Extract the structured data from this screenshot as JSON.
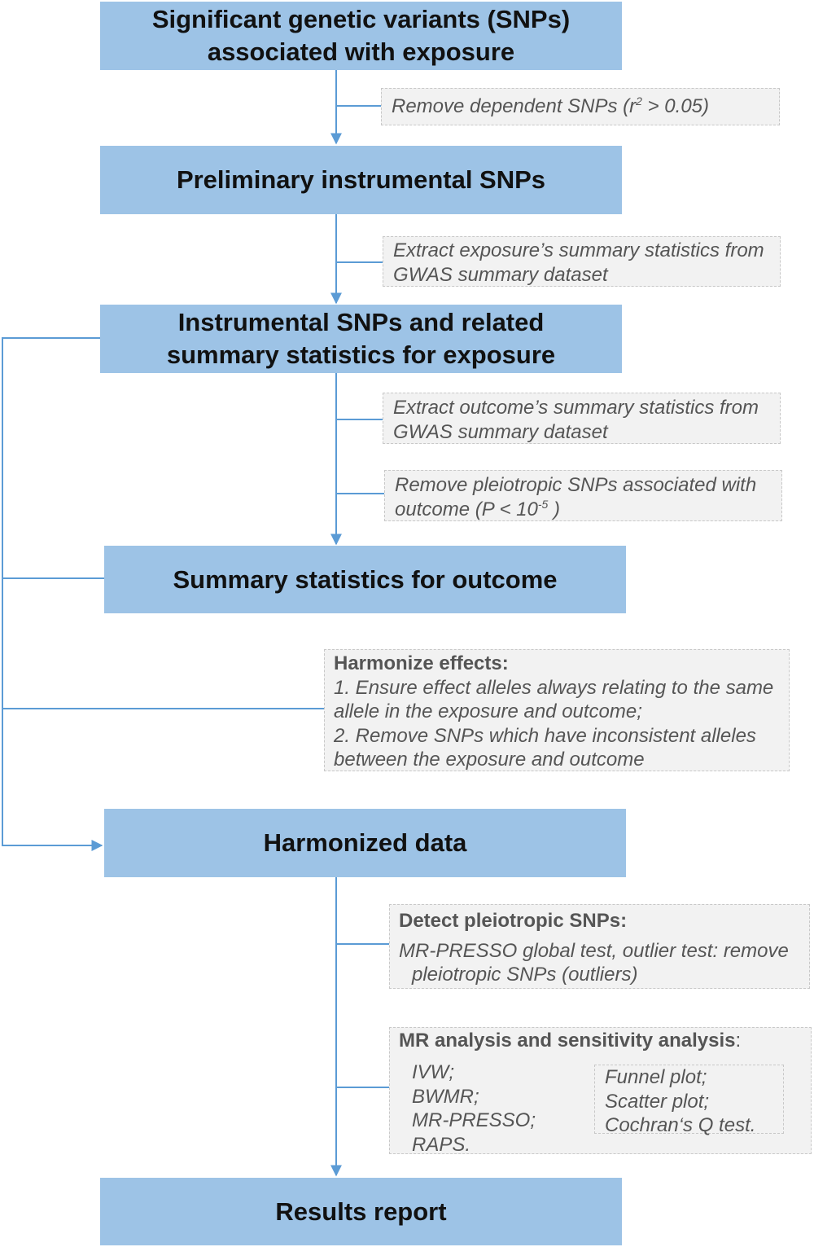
{
  "boxes": {
    "significant": "Significant genetic variants (SNPs)\nassociated with exposure",
    "preliminary": "Preliminary instrumental SNPs",
    "instrumental": "Instrumental SNPs and related\nsummary statistics for exposure",
    "outcome": "Summary statistics for outcome",
    "harmonized": "Harmonized data",
    "results": "Results report"
  },
  "notes": {
    "remove_dependent": {
      "before": "Remove dependent SNPs (r",
      "sup": "2",
      "after": " > 0.05)"
    },
    "extract_exposure": [
      "Extract exposure’s summary statistics from",
      "GWAS summary dataset"
    ],
    "extract_outcome": [
      "Extract outcome’s summary statistics from",
      "GWAS summary dataset"
    ],
    "remove_pleiotropic": {
      "line1": "Remove pleiotropic SNPs associated with",
      "before": "outcome (P < 10",
      "sup": "-5",
      "after": " )"
    },
    "harmonize": {
      "title": "Harmonize effects:",
      "lines": [
        "1. Ensure effect alleles always relating to the same",
        "allele in the exposure and outcome;",
        "2. Remove SNPs which have inconsistent alleles",
        "between the exposure and outcome"
      ]
    },
    "detect": {
      "title": "Detect pleiotropic SNPs:",
      "text": "MR-PRESSO global test, outlier test: remove pleiotropic SNPs (outliers)"
    },
    "mr_analysis": {
      "title": "MR analysis and sensitivity analysis",
      "title_suffix": ":",
      "methods": [
        "IVW;",
        "BWMR;",
        "MR-PRESSO;",
        "RAPS."
      ],
      "sensitivity": [
        "Funnel plot;",
        "Scatter plot;",
        "Cochran‘s Q test."
      ]
    }
  },
  "colors": {
    "box_fill": "#9dc3e6",
    "connector": "#5b9bd5",
    "note_fill": "#f2f2f2",
    "note_border": "#c8c8c8"
  }
}
